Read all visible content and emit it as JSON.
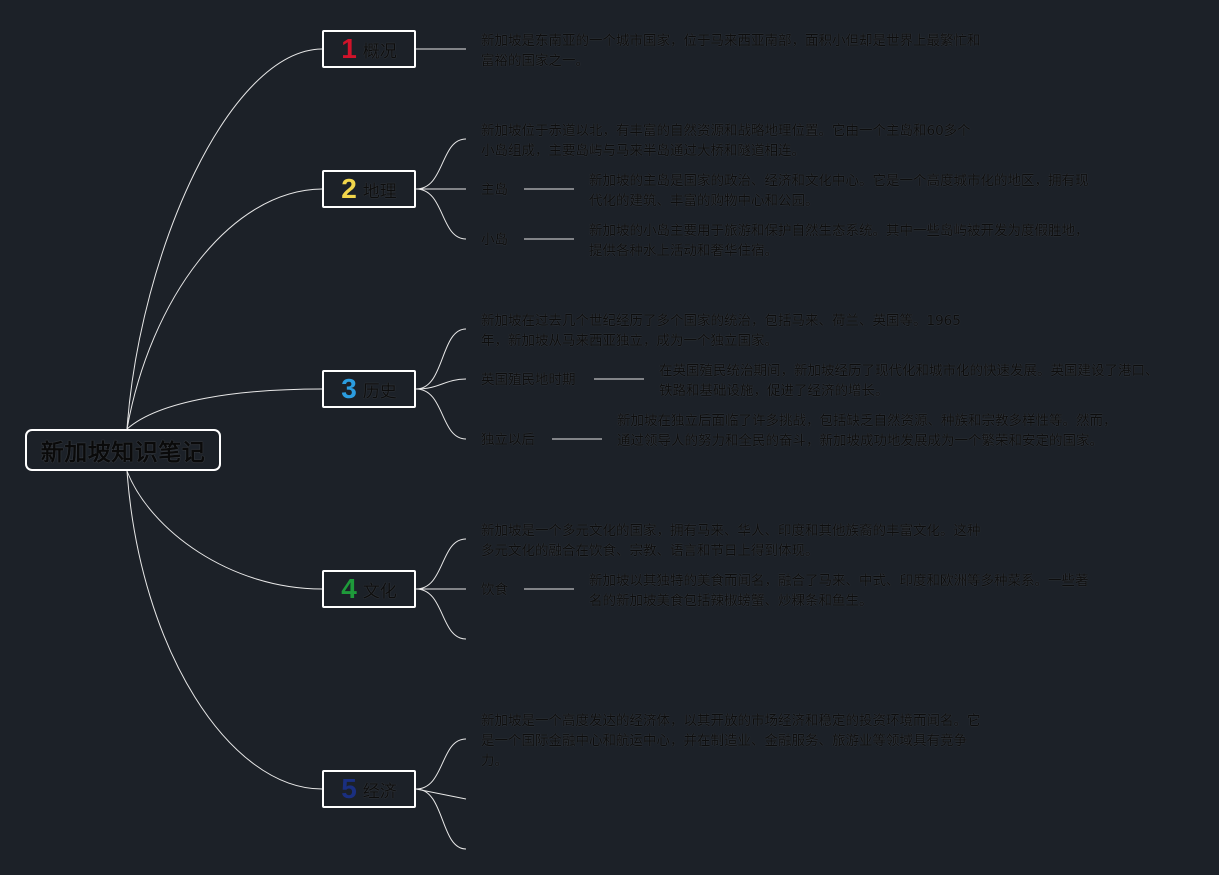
{
  "title": "新加坡知识笔记",
  "topics": [
    {
      "number": "1",
      "number_color": "#d0132a",
      "label": "概况",
      "description": "新加坡是东南亚的一个城市国家，位于马来西亚南部，面积小但却是世界上最繁忙和富裕的国家之一。"
    },
    {
      "number": "2",
      "number_color": "#f2d64b",
      "label": "地理",
      "description": "新加坡位于赤道以北，有丰富的自然资源和战略地理位置。它由一个主岛和60多个小岛组成，主要岛屿与马来半岛通过大桥和隧道相连。",
      "children": [
        {
          "label": "主岛",
          "description": "新加坡的主岛是国家的政治、经济和文化中心。它是一个高度城市化的地区，拥有现代化的建筑、丰富的购物中心和公园。"
        },
        {
          "label": "小岛",
          "description": "新加坡的小岛主要用于旅游和保护自然生态系统。其中一些岛屿被开发为度假胜地，提供各种水上活动和奢华住宿。"
        }
      ]
    },
    {
      "number": "3",
      "number_color": "#2b9de0",
      "label": "历史",
      "description": "新加坡在过去几个世纪经历了多个国家的统治，包括马来、荷兰、英国等。1965年，新加坡从马来西亚独立，成为一个独立国家。",
      "children": [
        {
          "label": "英国殖民地时期",
          "description": "在英国殖民统治期间，新加坡经历了现代化和城市化的快速发展。英国建设了港口、铁路和基础设施，促进了经济的增长。"
        },
        {
          "label": "独立以后",
          "description": "新加坡在独立后面临了许多挑战，包括缺乏自然资源、种族和宗教多样性等。然而，通过领导人的努力和全民的奋斗，新加坡成功地发展成为一个繁荣和安定的国家。"
        }
      ]
    },
    {
      "number": "4",
      "number_color": "#1e9a3a",
      "label": "文化",
      "description": "新加坡是一个多元文化的国家，拥有马来、华人、印度和其他族裔的丰富文化。这种多元文化的融合在饮食、宗教、语言和节日上得到体现。",
      "children": [
        {
          "label": "饮食",
          "description": "新加坡以其独特的美食而闻名，融合了马来、中式、印度和欧洲等多种菜系。一些著名的新加坡美食包括辣椒螃蟹、炒粿条和鱼生。"
        }
      ]
    },
    {
      "number": "5",
      "number_color": "#1a2f80",
      "label": "经济",
      "description": "新加坡是一个高度发达的经济体，以其开放的市场经济和稳定的投资环境而闻名。它是一个国际金融中心和航运中心，并在制造业、金融服务、旅游业等领域具有竞争力。"
    }
  ]
}
